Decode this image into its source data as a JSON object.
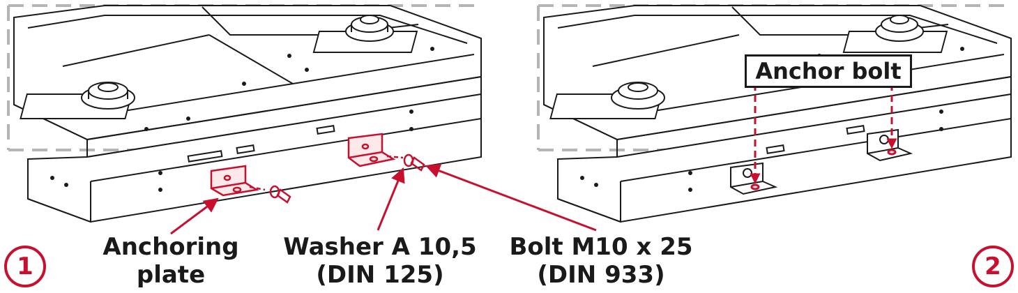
{
  "panel1": {
    "step_number": "1",
    "labels": {
      "anchoring_plate_line1": "Anchoring",
      "anchoring_plate_line2": "plate",
      "washer_line1": "Washer A 10,5",
      "washer_line2": "(DIN 125)",
      "bolt_line1": "Bolt M10 x 25",
      "bolt_line2": "(DIN 933)"
    }
  },
  "panel2": {
    "step_number": "2",
    "labels": {
      "anchor_bolt": "Anchor bolt"
    }
  },
  "colors": {
    "accent": "#c8102e",
    "line": "#1a1a1a",
    "dashed_frame": "#b5b5b5"
  },
  "icons": [
    "step-number-circle",
    "callout-arrow",
    "dashed-insertion-line"
  ]
}
